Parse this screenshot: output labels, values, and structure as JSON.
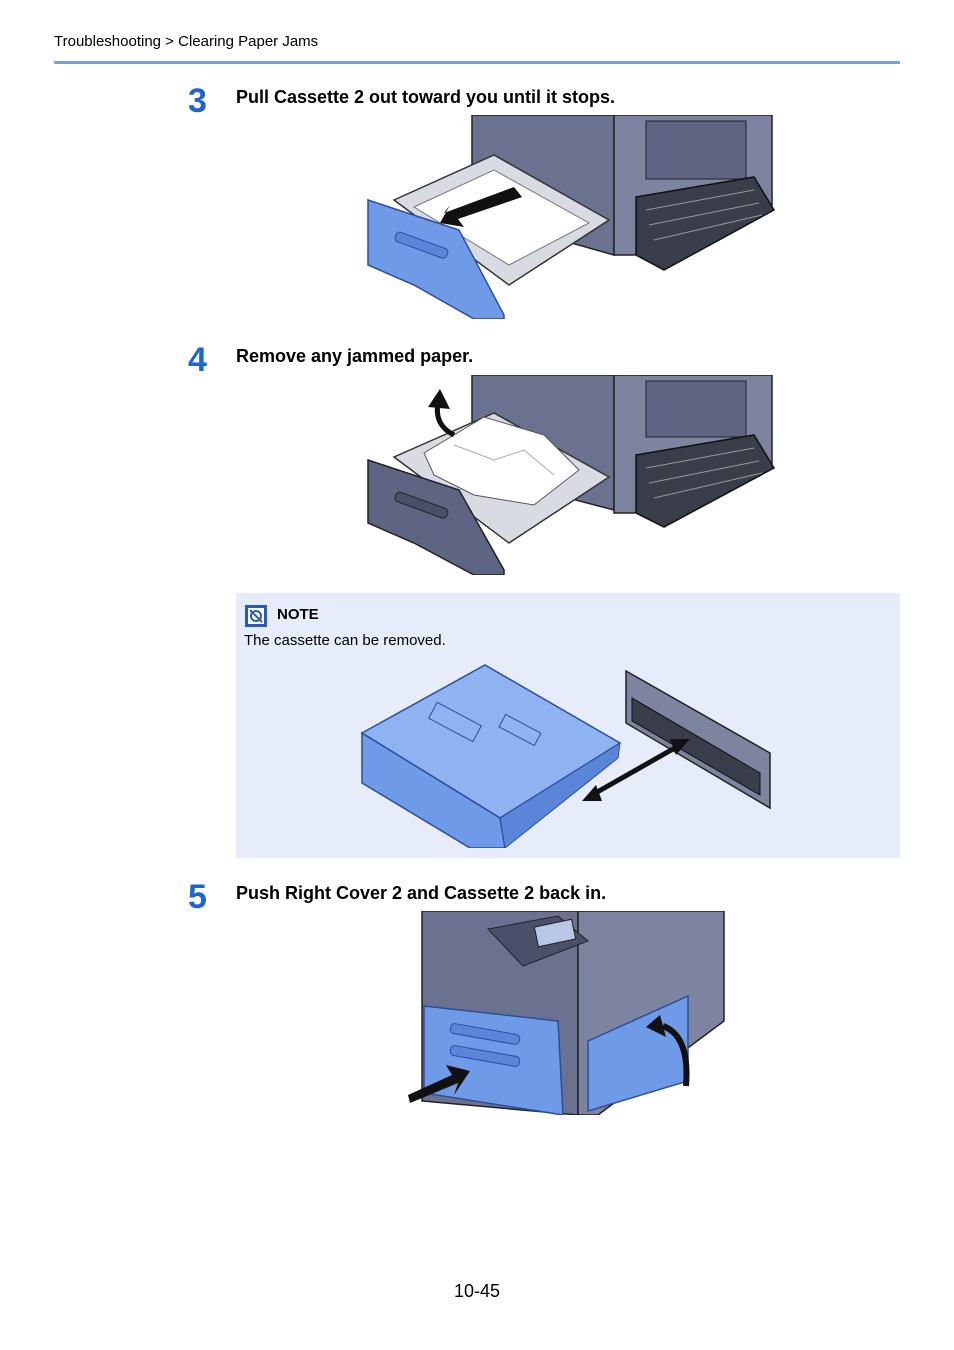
{
  "header": {
    "breadcrumb": "Troubleshooting > Clearing Paper Jams"
  },
  "steps": [
    {
      "number": "3",
      "text": "Pull Cassette 2 out toward you until it stops."
    },
    {
      "number": "4",
      "text": "Remove any jammed paper."
    },
    {
      "number": "5",
      "text": "Push Right Cover 2 and Cassette 2 back in."
    }
  ],
  "note": {
    "title": "NOTE",
    "text": "The cassette can be removed."
  },
  "footer": {
    "page_number": "10-45"
  },
  "colors": {
    "accent": "#1e63d6",
    "rule": "#7d9fd8",
    "note_bg": "#e6ecfa",
    "highlight_blue": "#6f9ae8",
    "machine_gray": "#6b7290"
  }
}
